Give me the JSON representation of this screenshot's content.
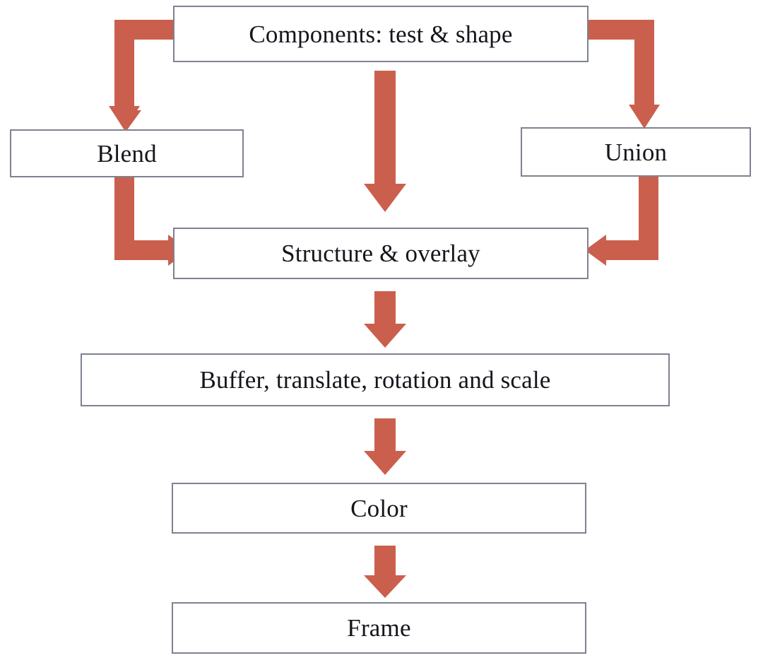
{
  "diagram": {
    "title": "Map symbol composition pipeline flowchart",
    "type": "flowchart",
    "colors": {
      "arrow": "#cb5f4d",
      "box_border": "#7e8291",
      "box_fill": "#ffffff",
      "text": "#15161c",
      "background": "#ffffff"
    },
    "nodes": [
      {
        "id": "components",
        "label": "Components: test & shape"
      },
      {
        "id": "blend",
        "label": "Blend"
      },
      {
        "id": "union",
        "label": "Union"
      },
      {
        "id": "structure",
        "label": "Structure & overlay"
      },
      {
        "id": "buffer",
        "label": "Buffer, translate, rotation and scale"
      },
      {
        "id": "color",
        "label": "Color"
      },
      {
        "id": "frame",
        "label": "Frame"
      }
    ],
    "edges": [
      {
        "id": "components-blend",
        "from": "components",
        "to": "blend",
        "style": "elbow-left-down",
        "label": ""
      },
      {
        "id": "components-union",
        "from": "components",
        "to": "union",
        "style": "elbow-right-down",
        "label": ""
      },
      {
        "id": "components-structure",
        "from": "components",
        "to": "structure",
        "style": "straight-down",
        "label": ""
      },
      {
        "id": "blend-structure",
        "from": "blend",
        "to": "structure",
        "style": "elbow-down-right",
        "label": ""
      },
      {
        "id": "union-structure",
        "from": "union",
        "to": "structure",
        "style": "elbow-down-left",
        "label": ""
      },
      {
        "id": "structure-buffer",
        "from": "structure",
        "to": "buffer",
        "style": "straight-down",
        "label": ""
      },
      {
        "id": "buffer-color",
        "from": "buffer",
        "to": "color",
        "style": "straight-down",
        "label": ""
      },
      {
        "id": "color-frame",
        "from": "color",
        "to": "frame",
        "style": "straight-down",
        "label": ""
      }
    ]
  }
}
